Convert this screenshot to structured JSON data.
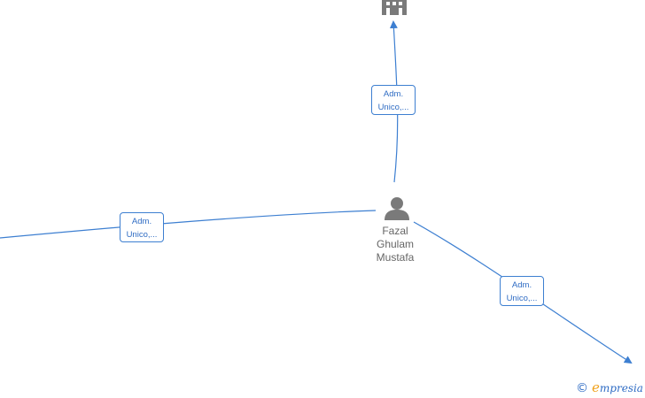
{
  "diagram": {
    "person": {
      "icon": "person-icon",
      "name_lines": [
        "Fazal",
        "Ghulam",
        "Mustafa"
      ]
    },
    "company_icon": "building-icon",
    "edges": [
      {
        "label_lines": [
          "Adm.",
          "Unico,..."
        ]
      },
      {
        "label_lines": [
          "Adm.",
          "Unico,..."
        ]
      },
      {
        "label_lines": [
          "Adm.",
          "Unico,..."
        ]
      }
    ]
  },
  "colors": {
    "edge": "#3d7fd1",
    "node": "#7a7a7a",
    "brand_accent": "#f0a21c"
  },
  "watermark": {
    "copyright_symbol": "©",
    "brand_initial": "e",
    "brand_rest": "mpresia"
  }
}
